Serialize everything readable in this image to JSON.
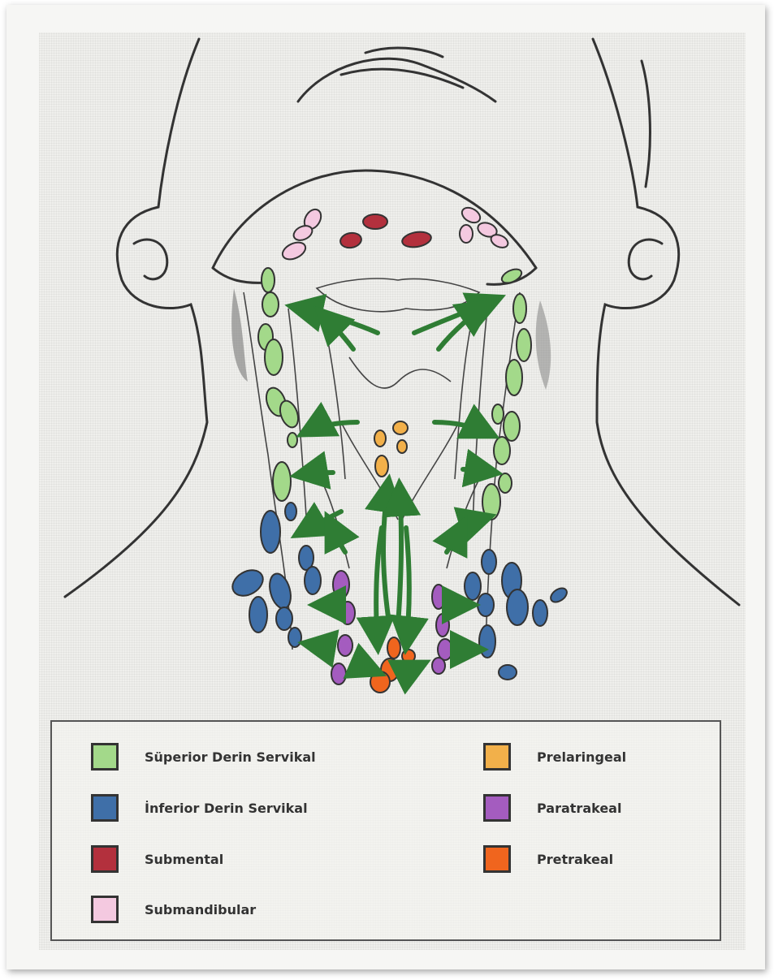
{
  "colors": {
    "superior_deep_cervical": "#a3d98a",
    "inferior_deep_cervical": "#3f6fa8",
    "submental": "#b3303d",
    "submandibular": "#f4c9e0",
    "prelaryngeal": "#f2b04a",
    "paratracheal": "#a45cbf",
    "pretracheal": "#f0651e",
    "arrow": "#2f7d34",
    "line": "#333333"
  },
  "legend": {
    "left": [
      {
        "label": "Süperior Derin Servikal",
        "color": "#a3d98a"
      },
      {
        "label": "İnferior Derin Servikal",
        "color": "#3f6fa8"
      },
      {
        "label": "Submental",
        "color": "#b3303d"
      },
      {
        "label": "Submandibular",
        "color": "#f4c9e0"
      }
    ],
    "right": [
      {
        "label": "Prelaringeal",
        "color": "#f2b04a"
      },
      {
        "label": "Paratrakeal",
        "color": "#a45cbf"
      },
      {
        "label": "Pretrakeal",
        "color": "#f0651e"
      }
    ]
  }
}
